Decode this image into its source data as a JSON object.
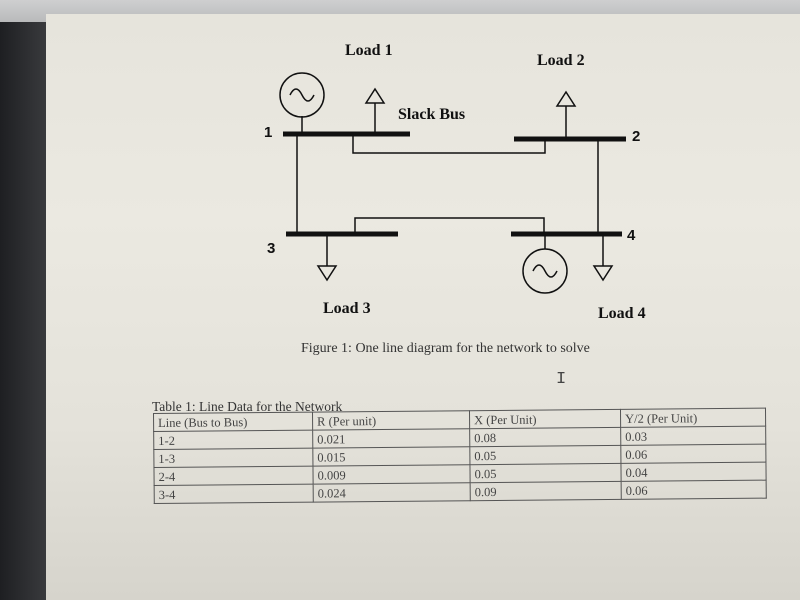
{
  "diagram": {
    "labels": {
      "load1": "Load 1",
      "load2": "Load 2",
      "load3": "Load 3",
      "load4": "Load 4",
      "slack_bus": "Slack Bus",
      "bus1": "1",
      "bus2": "2",
      "bus3": "3",
      "bus4": "4"
    },
    "caption": "Figure 1: One line diagram for the network to solve"
  },
  "table": {
    "caption": "Table 1: Line Data for the Network",
    "headers": [
      "Line (Bus to Bus)",
      "R (Per unit)",
      "X (Per Unit)",
      "Y/2 (Per Unit)"
    ],
    "rows": [
      [
        "1-2",
        "0.021",
        "0.08",
        "0.03"
      ],
      [
        "1-3",
        "0.015",
        "0.05",
        "0.06"
      ],
      [
        "2-4",
        "0.009",
        "0.05",
        "0.04"
      ],
      [
        "3-4",
        "0.024",
        "0.09",
        "0.06"
      ]
    ]
  },
  "cursor_icon": "text-cursor-icon"
}
